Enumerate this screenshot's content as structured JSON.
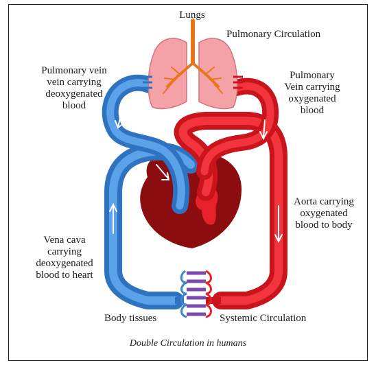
{
  "labels": {
    "lungs": "Lungs",
    "pulmonary_circulation": "Pulmonary Circulation",
    "left_vein": "Pulmonary vein\nvein carrying\ndeoxygenated\nblood",
    "right_vein": "Pulmonary\nVein carrying\noxygenated\nblood",
    "aorta": "Aorta carrying\noxygenated\nblood to body",
    "vena_cava": "Vena cava\ncarrying\ndeoxygenated\nblood to heart",
    "body_tissues": "Body tissues",
    "systemic_circulation": "Systemic Circulation",
    "caption": "Double Circulation in humans"
  },
  "colors": {
    "deoxygenated": "#3a86d4",
    "oxygenated": "#e8202a",
    "heart": "#8b0d10",
    "lungs": "#f4a2a8",
    "bronchi": "#e8761c"
  }
}
